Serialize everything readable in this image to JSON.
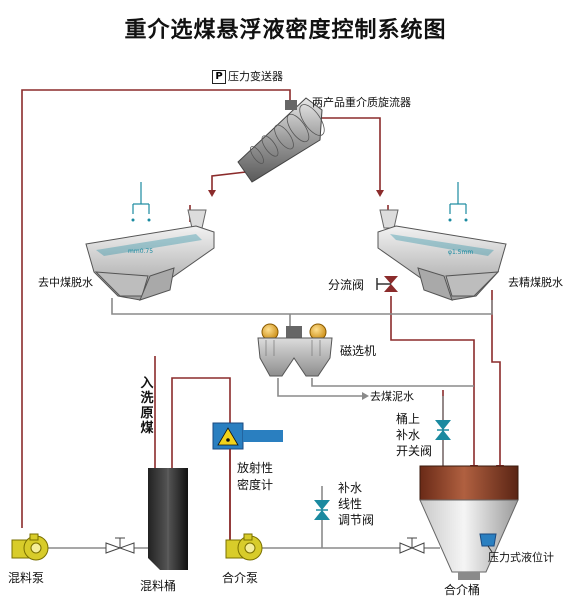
{
  "title": "重介选煤悬浮液密度控制系统图",
  "pressure_transmitter": {
    "symbol": "P",
    "label": "压力变送器"
  },
  "cyclone": {
    "label": "两产品重介质旋流器"
  },
  "left_screen": {
    "label": "去中煤脱水",
    "screen_text": "mm0.75"
  },
  "right_screen": {
    "label": "去精煤脱水",
    "screen_text": "φ1.5mm"
  },
  "diverter_valve": {
    "label": "分流阀"
  },
  "magnetic_separator": {
    "label": "磁选机"
  },
  "tail_water": {
    "label": "去煤泥水"
  },
  "raw_coal_input": {
    "label": "入洗原煤"
  },
  "density_meter": {
    "label_line1": "放射性",
    "label_line2": "密度计"
  },
  "makeup_valve": {
    "label_line1": "补水",
    "label_line2": "线性",
    "label_line3": "调节阀"
  },
  "tank_top_valve": {
    "label_line1": "桶上",
    "label_line2": "补水",
    "label_line3": "开关阀"
  },
  "mixing_pump": {
    "label": "混料泵"
  },
  "mixing_tank": {
    "label": "混料桶"
  },
  "medium_pump": {
    "label": "合介泵"
  },
  "medium_tank": {
    "label": "合介桶"
  },
  "level_gauge": {
    "label": "压力式液位计"
  },
  "colors": {
    "pipe_red": "#8b2b2b",
    "pipe_gray": "#8a8a8a",
    "valve_teal": "#1a8aa0",
    "tank_brown": "#8b3a22",
    "pump_yellow": "#d8cc2a",
    "radiation_yellow": "#f2d21a",
    "meter_blue": "#2a7fc0"
  }
}
